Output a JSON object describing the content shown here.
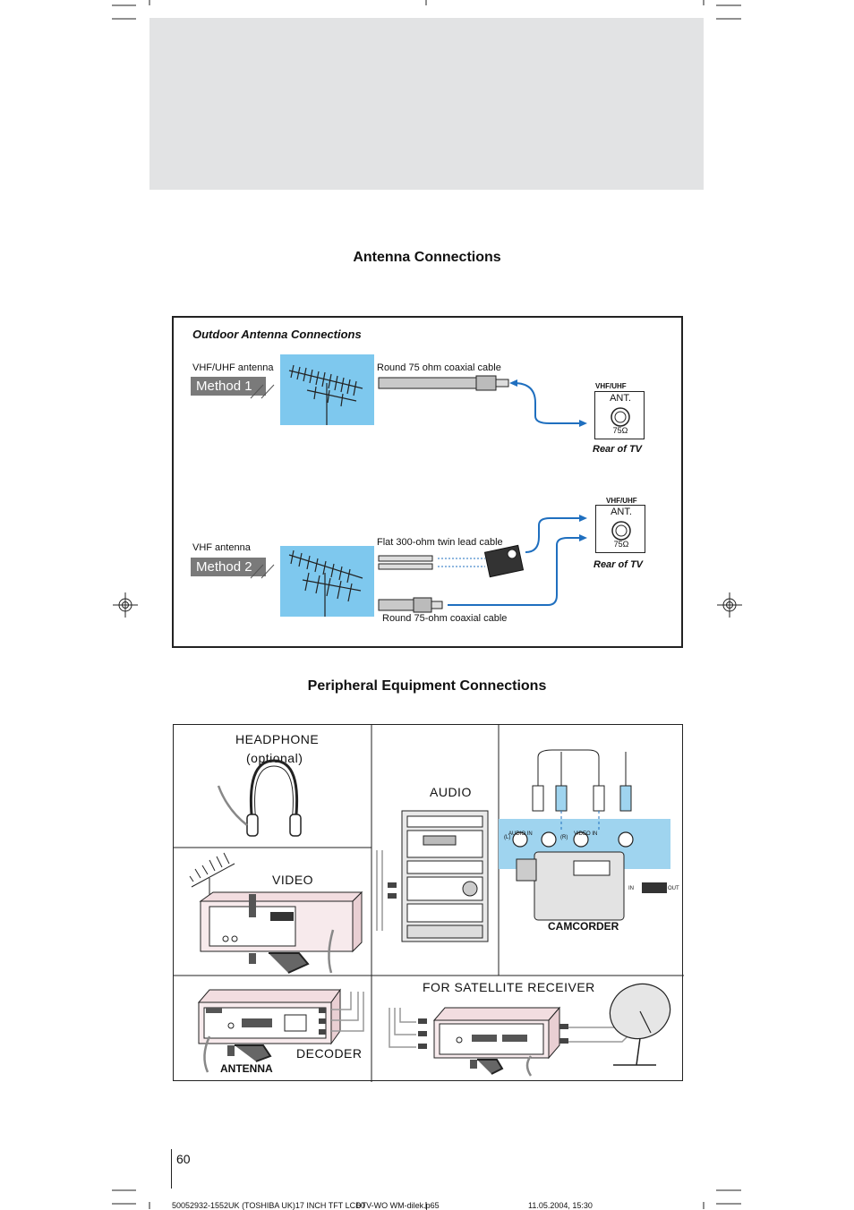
{
  "headings": {
    "antenna": "Antenna Connections",
    "peripheral": "Peripheral Equipment Connections"
  },
  "antenna_diagram": {
    "title": "Outdoor Antenna Connections",
    "method1": {
      "antenna_label": "VHF/UHF antenna",
      "method_label": "Method 1",
      "cable_label": "Round 75 ohm coaxial cable"
    },
    "method2": {
      "antenna_label": "VHF antenna",
      "method_label": "Method 2",
      "cable_top_label": "Flat 300-ohm twin lead cable",
      "cable_bottom_label": "Round 75-ohm coaxial cable"
    },
    "tv_panel": {
      "header": "VHF/UHF",
      "ant": "ANT.",
      "ohm": "75Ω",
      "rear": "Rear of TV"
    }
  },
  "peripheral_diagram": {
    "headphone": "HEADPHONE",
    "optional": "(optional)",
    "audio": "AUDIO",
    "video": "VIDEO",
    "camcorder": "CAMCORDER",
    "audio_in": "AUDIO IN",
    "video_in": "VIDEO IN",
    "left": "(L)",
    "right": "(R)",
    "in": "IN",
    "out": "OUT",
    "decoder": "DECODER",
    "antenna": "ANTENNA",
    "satellite": "FOR SATELLITE RECEIVER"
  },
  "page_number": "60",
  "footer": {
    "file": "50052932-1552UK (TOSHIBA UK)17 INCH TFT LCDTV-WO WM-dilek.p65",
    "page": "60",
    "date": "11.05.2004, 15:30"
  },
  "colors": {
    "banner": "#e2e3e4",
    "sky": "#7ec8ee",
    "cable_blue": "#1f6fbf",
    "method_gray": "#7a7a7a"
  }
}
